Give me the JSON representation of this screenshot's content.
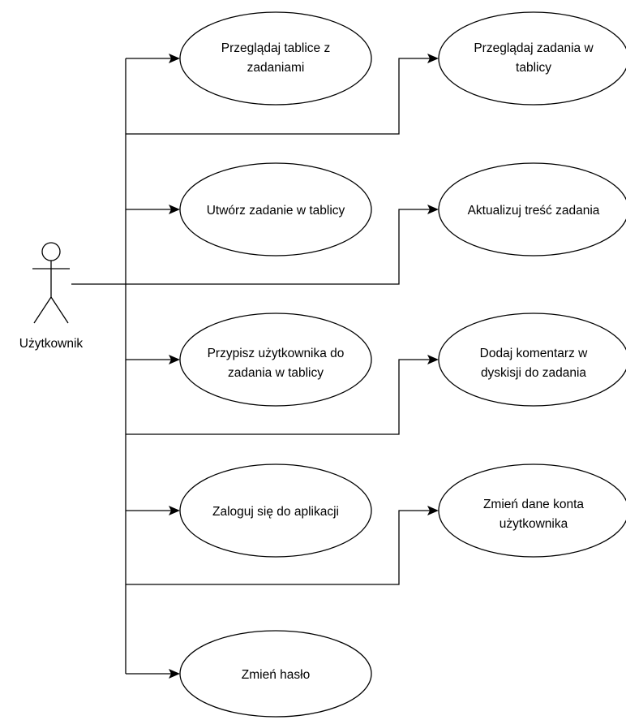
{
  "diagram": {
    "actor": {
      "name": "Użytkownik"
    },
    "use_cases": [
      {
        "id": "uc1",
        "lines": [
          "Przeglądaj tablice z",
          "zadaniami"
        ]
      },
      {
        "id": "uc2",
        "lines": [
          "Przeglądaj zadania w",
          "tablicy"
        ]
      },
      {
        "id": "uc3",
        "lines": [
          "Utwórz zadanie w tablicy"
        ]
      },
      {
        "id": "uc4",
        "lines": [
          "Aktualizuj treść zadania"
        ]
      },
      {
        "id": "uc5",
        "lines": [
          "Przypisz użytkownika do",
          "zadania w tablicy"
        ]
      },
      {
        "id": "uc6",
        "lines": [
          "Dodaj komentarz w",
          "dyskisji do zadania"
        ]
      },
      {
        "id": "uc7",
        "lines": [
          "Zaloguj się do aplikacji"
        ]
      },
      {
        "id": "uc8",
        "lines": [
          "Zmień dane konta",
          "użytkownika"
        ]
      },
      {
        "id": "uc9",
        "lines": [
          "Zmień hasło"
        ]
      }
    ]
  }
}
